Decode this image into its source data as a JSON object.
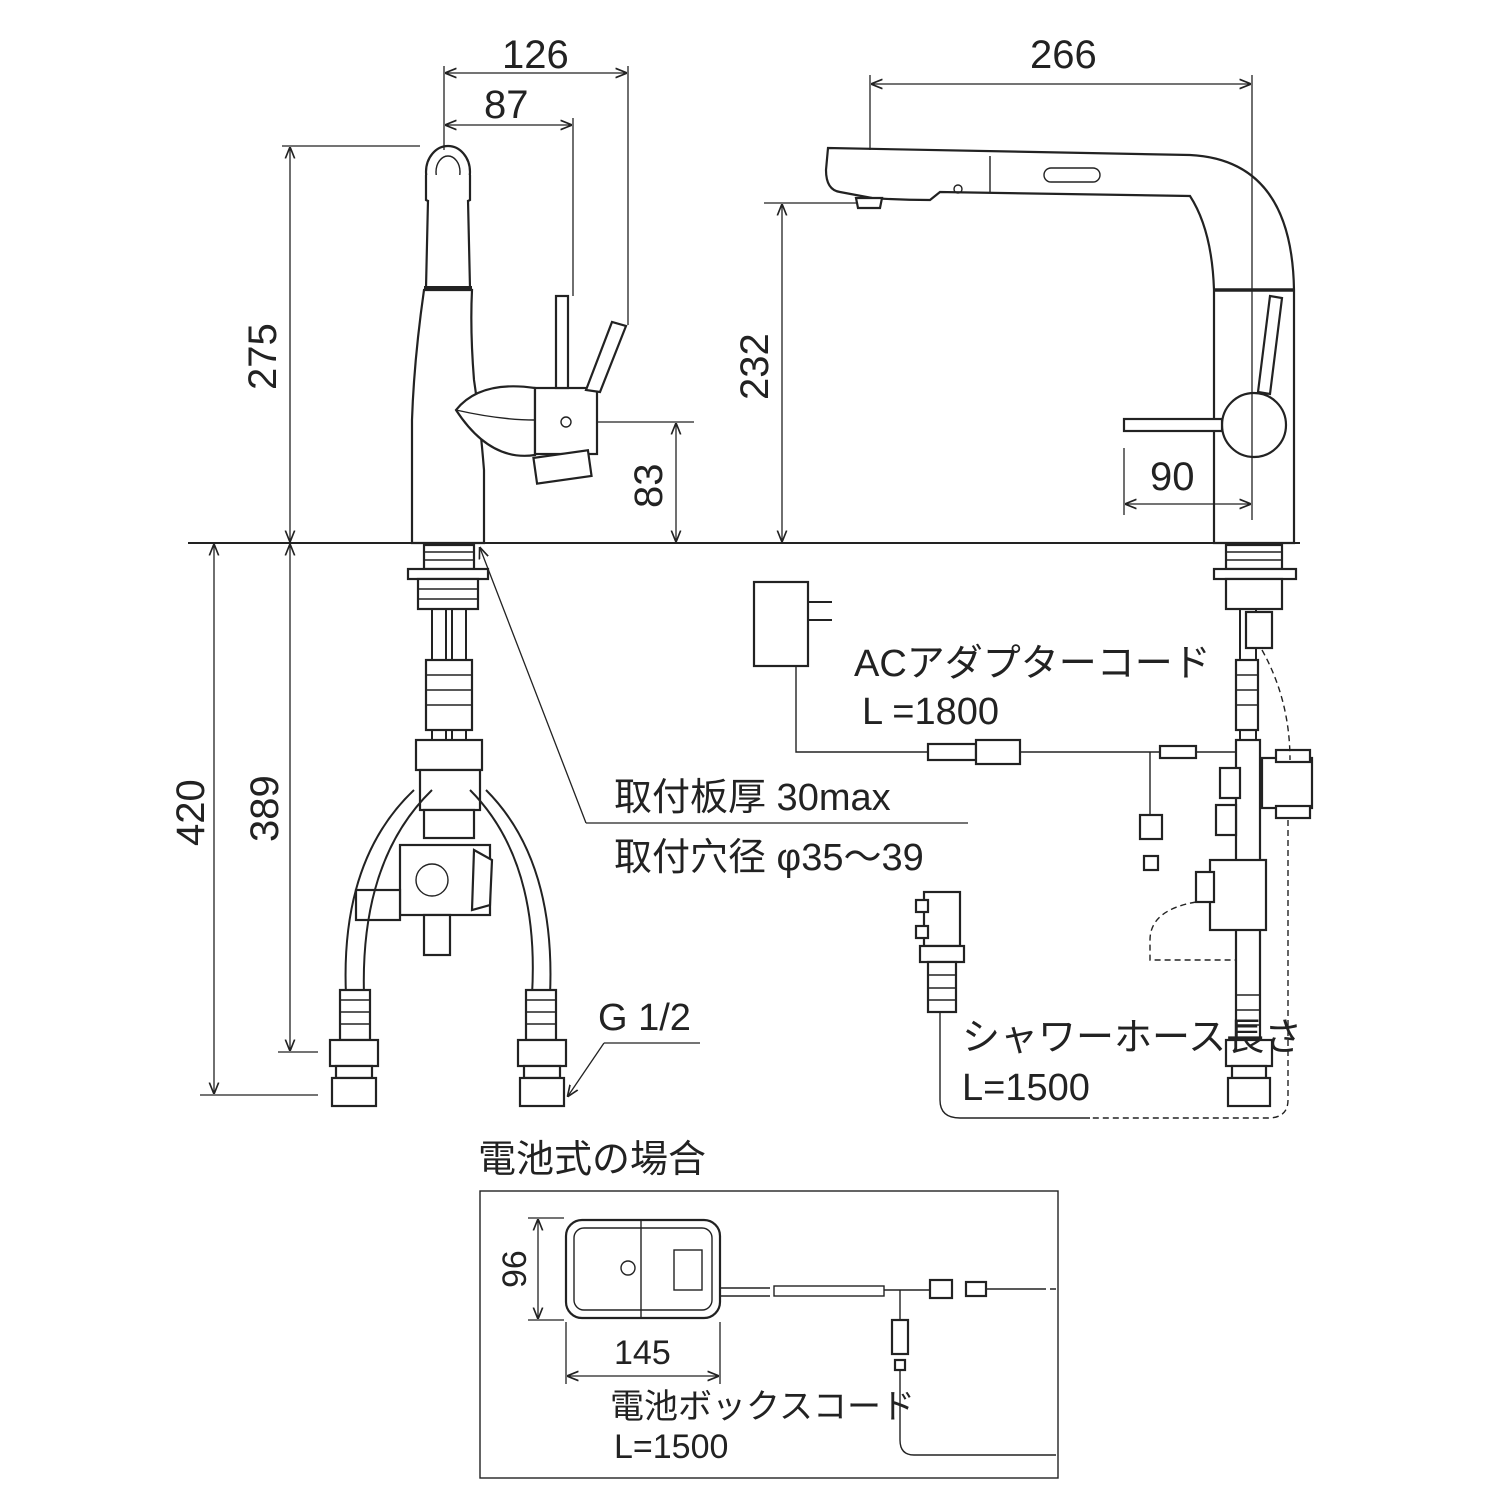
{
  "dimensions": {
    "side_overall_width": "126",
    "side_lever_offset": "87",
    "side_height": "275",
    "lever_height": "83",
    "mount_depth_total": "420",
    "mount_depth_hose": "389",
    "front_reach": "266",
    "front_spout_height": "232",
    "front_lever_reach": "90",
    "battery_box_height": "96",
    "battery_box_width": "145"
  },
  "notes": {
    "ac_adapter_title": "ACアダプターコード",
    "ac_adapter_length": "L =1800",
    "mount_thickness": "取付板厚 30max",
    "mount_hole": "取付穴径 φ35～39",
    "thread": "G 1/2",
    "shower_hose_title": "シャワーホース長さ",
    "shower_hose_length": "L=1500"
  },
  "battery_section": {
    "title": "電池式の場合",
    "cord_title": "電池ボックスコード",
    "cord_length": "L=1500"
  }
}
